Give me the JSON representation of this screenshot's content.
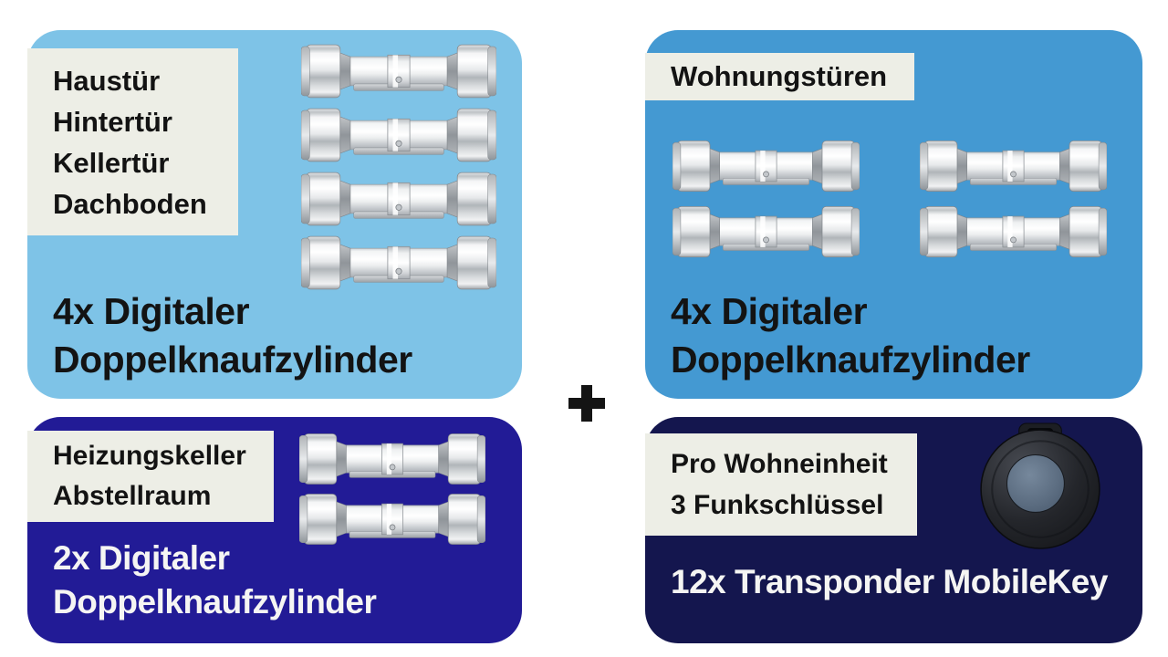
{
  "page": {
    "background": "#FFFFFF"
  },
  "connector": {
    "plus_symbol": "+"
  },
  "colors": {
    "panel_top_left_bg": "#7EC3E7",
    "panel_top_right_bg": "#4499D2",
    "panel_bottom_left_bg": "#221B96",
    "panel_bottom_right_bg": "#14164E",
    "label_box_bg": "#EDEEE6",
    "dark_text": "#131313",
    "light_text": "#F5F5F3",
    "plus": "#141414"
  },
  "icons": {
    "cylinder_image": "digital-double-knob-cylinder-photo",
    "transponder_image": "mobilekey-transponder-fob-photo",
    "plus_icon": "plus-cross"
  },
  "panels": {
    "top_left": {
      "bg_color": "#7EC3E7",
      "door_labels": [
        "Haustür",
        "Hintertür",
        "Kellertür",
        "Dachboden"
      ],
      "title_lines": [
        "4x Digitaler",
        "Doppelknaufzylinder"
      ],
      "item_count": 4,
      "item_image": "digital-double-knob-cylinder"
    },
    "top_right": {
      "bg_color": "#4499D2",
      "door_labels": [
        "Wohnungstüren"
      ],
      "title_lines": [
        "4x Digitaler",
        "Doppelknaufzylinder"
      ],
      "item_count": 4,
      "item_image": "digital-double-knob-cylinder"
    },
    "bottom_left": {
      "bg_color": "#221B96",
      "door_labels": [
        "Heizungskeller",
        "Abstellraum"
      ],
      "title_lines": [
        "2x Digitaler",
        "Doppelknaufzylinder"
      ],
      "item_count": 2,
      "item_image": "digital-double-knob-cylinder"
    },
    "bottom_right": {
      "bg_color": "#14164E",
      "door_labels": [
        "Pro Wohneinheit",
        "3 Funkschlüssel"
      ],
      "title_lines": [
        "12x Transponder MobileKey"
      ],
      "item_count": 1,
      "item_image": "mobilekey-transponder"
    }
  }
}
